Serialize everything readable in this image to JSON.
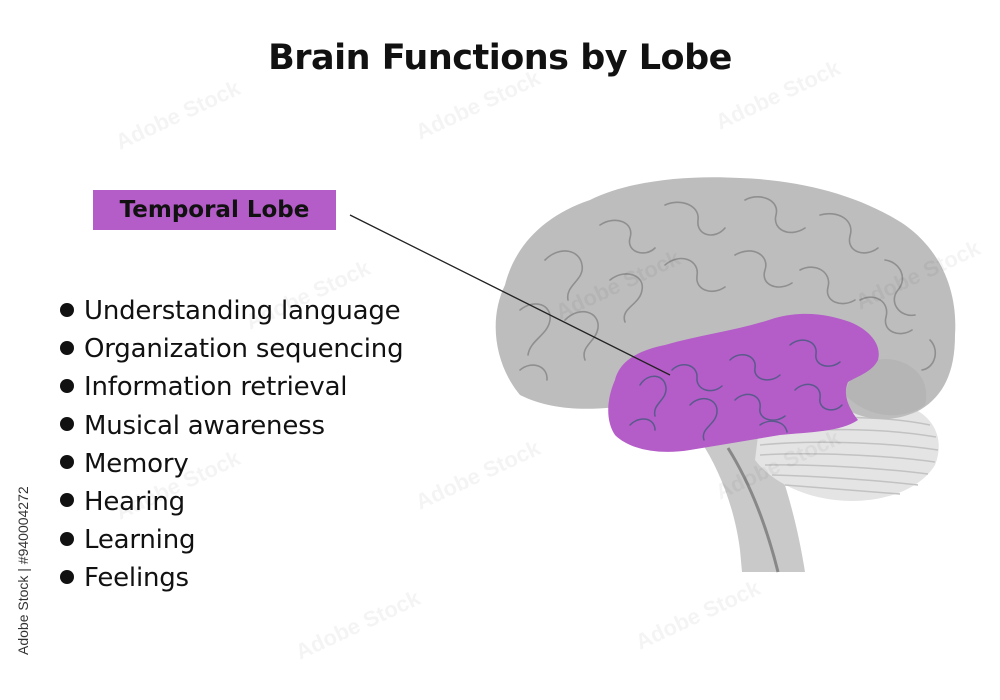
{
  "title": "Brain Functions by Lobe",
  "lobe": {
    "label": "Temporal Lobe"
  },
  "functions": [
    "Understanding language",
    "Organization sequencing",
    "Information retrieval",
    "Musical awareness",
    "Memory",
    "Hearing",
    "Learning",
    "Feelings"
  ],
  "watermark": {
    "side_text": "Adobe Stock | #940004272",
    "pattern_text": "Adobe Stock"
  },
  "colors": {
    "highlight": "#b45cc8",
    "brain_gray": "#bdbdbd",
    "fold_line": "#8f8f8f",
    "lobe_fold_line": "#5a5a8c",
    "cerebellum": "#e4e4e4",
    "brainstem": "#c9c9c9",
    "text": "#111111"
  }
}
